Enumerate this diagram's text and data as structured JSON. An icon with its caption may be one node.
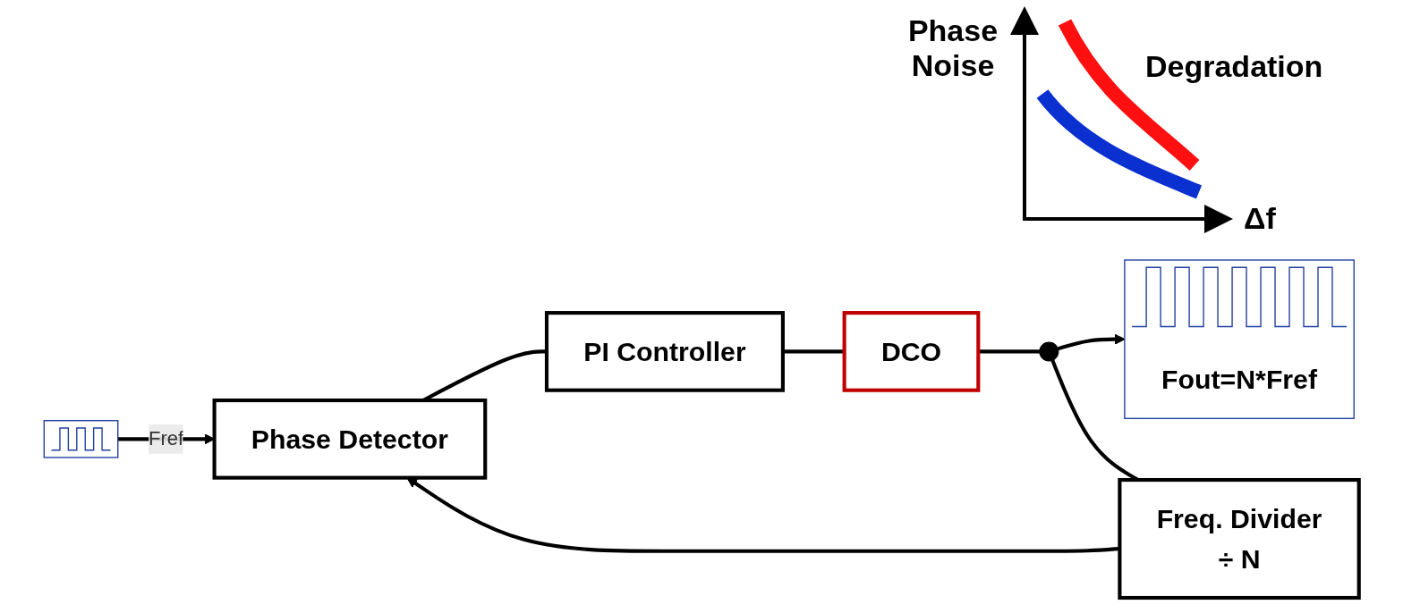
{
  "diagram": {
    "nodes": [
      {
        "text": [],
        "shape": "picture"
      },
      {
        "text": [
          "Phase Detector"
        ]
      },
      {
        "text": [
          "PI Controller"
        ]
      },
      {
        "text": [
          "DCO"
        ]
      },
      {
        "text": [],
        "shape": "circle"
      },
      {
        "text": [
          "Fout=N*Fref"
        ]
      },
      {
        "text": [
          "Freq. Divider",
          "÷ N"
        ]
      }
    ],
    "edges": [
      {
        "from": 0,
        "to": 1,
        "arrow": "to",
        "label": "Fref"
      },
      {
        "from": 1,
        "to": 2,
        "arrow": "none"
      },
      {
        "from": 2,
        "to": 3,
        "arrow": "none"
      },
      {
        "from": 3,
        "to": 4,
        "arrow": "none"
      },
      {
        "from": 4,
        "to": 5,
        "arrow": "to"
      },
      {
        "from": 4,
        "to": 6,
        "arrow": "none"
      },
      {
        "from": 6,
        "to": 1,
        "arrow": "to"
      }
    ],
    "labels": [
      "Phase Noise",
      "Degradation",
      "Δf"
    ]
  }
}
